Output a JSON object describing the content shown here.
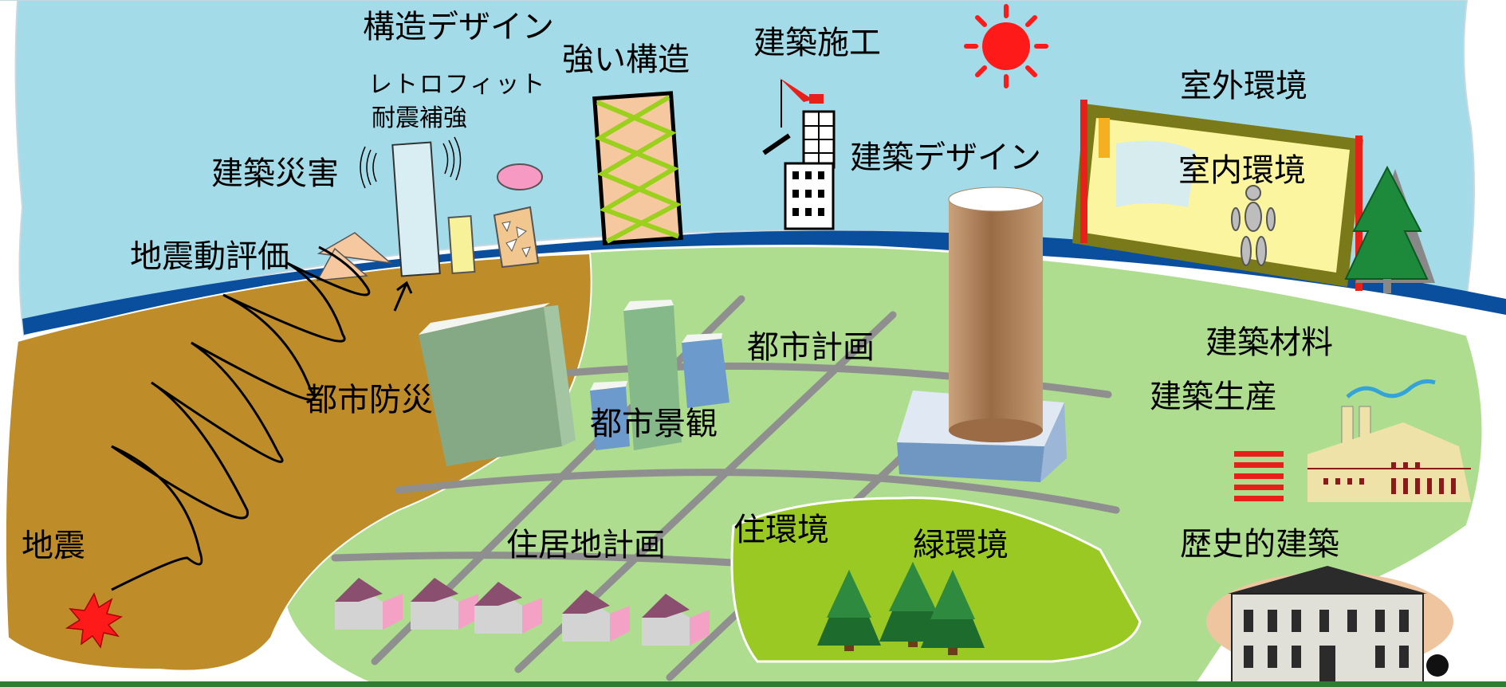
{
  "diagram": {
    "labels": {
      "structural_design": "構造デザイン",
      "strong_structure": "強い構造",
      "construction": "建築施工",
      "retrofit": "レトロフィット",
      "seismic_reinforcement": "耐震補強",
      "building_disaster": "建築災害",
      "ground_motion_evaluation": "地震動評価",
      "outdoor_environment": "室外環境",
      "indoor_environment": "室内環境",
      "architectural_design": "建築デザイン",
      "urban_planning": "都市計画",
      "urban_disaster_prevention": "都市防災",
      "urban_landscape": "都市景観",
      "building_materials": "建築材料",
      "building_production": "建築生産",
      "earthquake": "地震",
      "residential_planning": "住居地計画",
      "living_environment": "住環境",
      "green_environment": "緑環境",
      "historic_architecture": "歴史的建築"
    },
    "colors": {
      "sky": "#a4dbe9",
      "river": "#0a4f9e",
      "ground": "#bf8c2a",
      "land": "#aedd90",
      "park": "#99c922",
      "road": "#8f8f8f",
      "sun": "#ff1a1a",
      "footer": "#2e7d32"
    }
  }
}
